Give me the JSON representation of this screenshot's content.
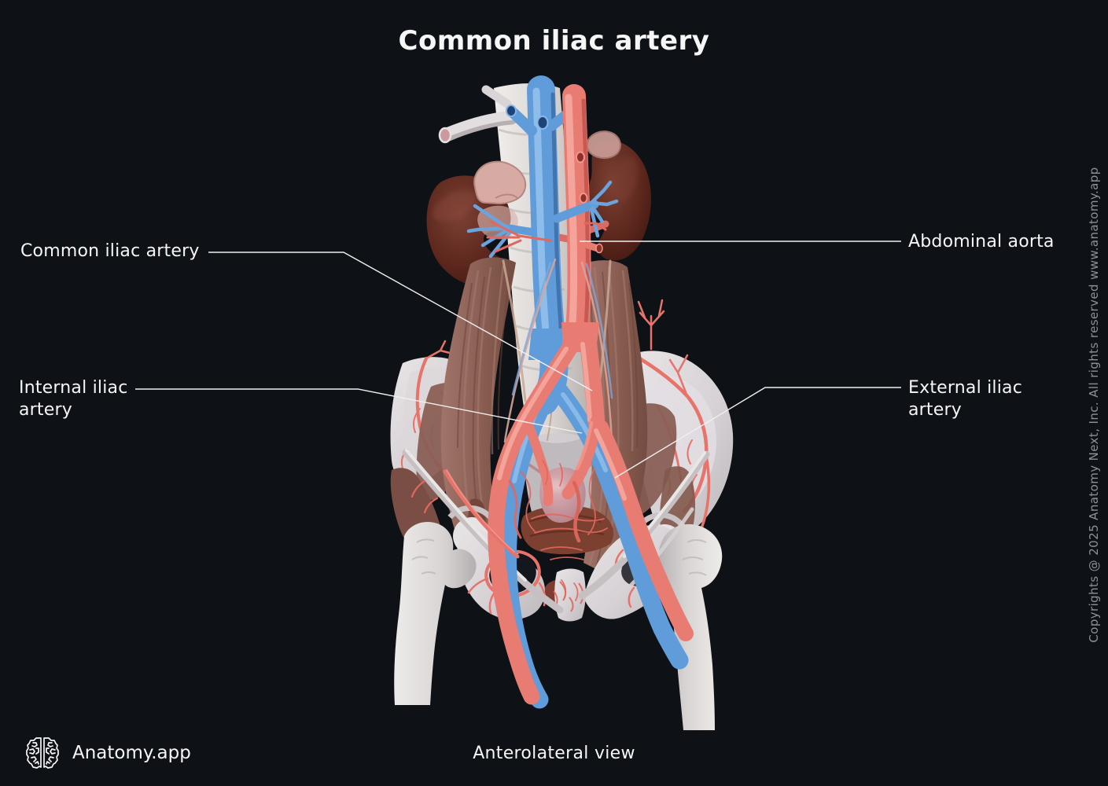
{
  "page": {
    "title": "Common iliac artery",
    "view_caption": "Anterolateral view",
    "copyright_vertical": "Copyrights @ 2025 Anatomy Next, Inc. All rights reserved www.anatomy.app"
  },
  "branding": {
    "app_name": "Anatomy.app",
    "logo_icon": "brain-icon"
  },
  "annotations": {
    "left": [
      {
        "label": "Common iliac artery"
      },
      {
        "label": "Internal iliac artery"
      }
    ],
    "right": [
      {
        "label": "Abdominal aorta"
      },
      {
        "label": "External iliac artery"
      }
    ]
  },
  "colors": {
    "background": "#0e1116",
    "text_primary": "#f6f6f7",
    "text_muted": "#8d9095",
    "leader_line": "#f0eff0",
    "artery": "#e97c72",
    "vein": "#5f9cd9",
    "bone": "#ddd8d9",
    "kidney": "#5e2a20",
    "muscle": "#8f655b",
    "organ": "#c08a92"
  }
}
